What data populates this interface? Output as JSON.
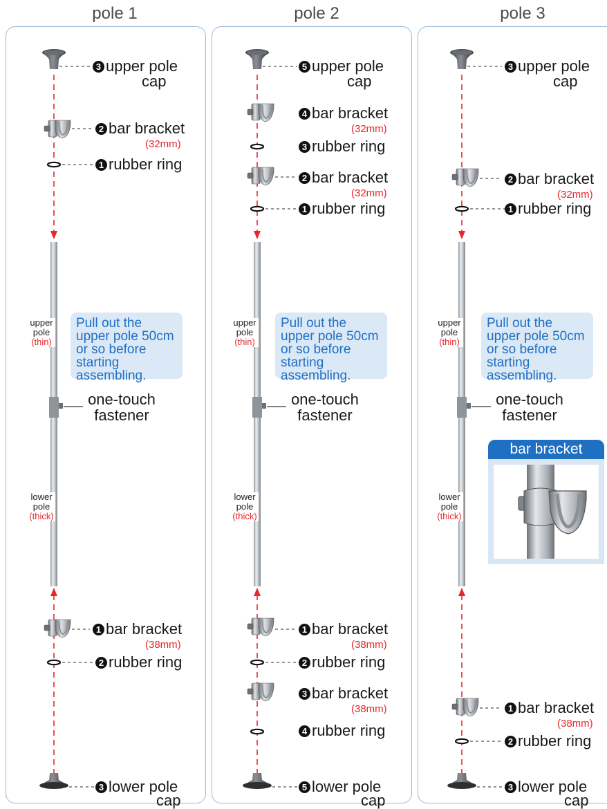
{
  "columns": [
    {
      "title": "pole 1"
    },
    {
      "title": "pole 2"
    },
    {
      "title": "pole 3"
    }
  ],
  "labels": {
    "upper_pole_cap": "upper pole",
    "upper_pole_cap_2": "cap",
    "lower_pole_cap": "lower pole",
    "lower_pole_cap_2": "cap",
    "bar_bracket": "bar bracket",
    "rubber_ring": "rubber ring",
    "mm32": "(32mm)",
    "mm38": "(38mm)",
    "fastener_1": "one-touch",
    "fastener_2": "fastener",
    "upper_pole_1": "upper",
    "upper_pole_2": "pole",
    "upper_pole_3": "(thin)",
    "lower_pole_1": "lower",
    "lower_pole_2": "pole",
    "lower_pole_3": "(thick)",
    "note": "Pull out the upper pole 50cm or so before starting assembling.",
    "inset_title": "bar bracket"
  },
  "numbers": {
    "p1": {
      "top_cap": "3",
      "top_bracket": "2",
      "top_ring": "1",
      "bot_bracket": "1",
      "bot_ring": "2",
      "bot_cap": "3"
    },
    "p2": {
      "top_cap": "5",
      "b4": "4",
      "r3": "3",
      "b2": "2",
      "r1": "1",
      "bot_b1": "1",
      "bot_r2": "2",
      "bot_b3": "3",
      "bot_r4": "4",
      "bot_cap": "5"
    },
    "p3": {
      "top_cap": "3",
      "top_bracket": "2",
      "top_ring": "1",
      "bot_bracket": "1",
      "bot_ring": "2",
      "bot_cap": "3"
    }
  },
  "colors": {
    "accent_blue": "#1f6fc3",
    "note_bg": "#dbe8f6",
    "arrow_red": "#e8262b",
    "panel_border": "#9ab8d8"
  }
}
